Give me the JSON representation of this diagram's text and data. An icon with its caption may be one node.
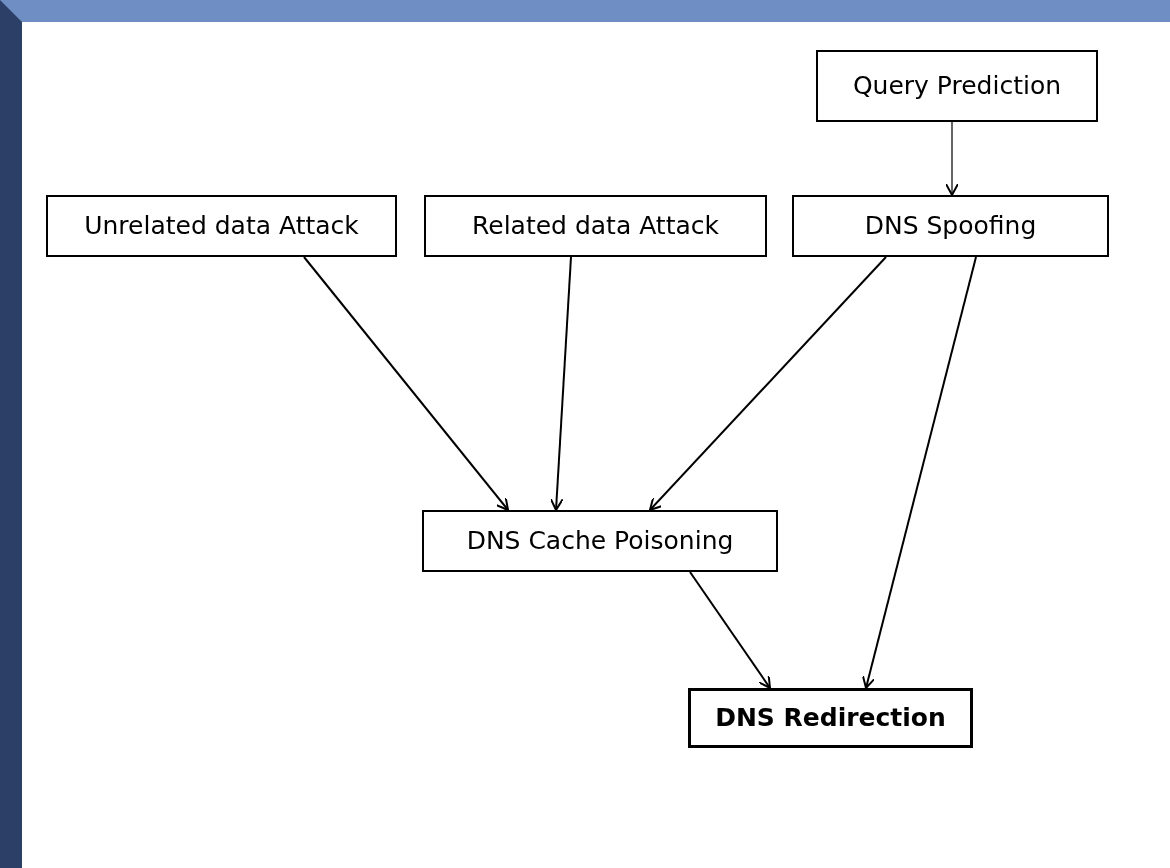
{
  "diagram": {
    "nodes": [
      {
        "text": [
          "Query Prediction"
        ]
      },
      {
        "text": [
          "Unrelated data Attack"
        ]
      },
      {
        "text": [
          "Related data Attack"
        ]
      },
      {
        "text": [
          "DNS Spoofing"
        ]
      },
      {
        "text": [
          "DNS Cache Poisoning"
        ]
      },
      {
        "text": [
          "DNS Redirection"
        ]
      }
    ],
    "edges": [
      {
        "from": 0,
        "to": 3,
        "arrow": "to"
      },
      {
        "from": 1,
        "to": 4,
        "arrow": "to"
      },
      {
        "from": 2,
        "to": 4,
        "arrow": "to"
      },
      {
        "from": 3,
        "to": 4,
        "arrow": "to"
      },
      {
        "from": 3,
        "to": 5,
        "arrow": "to"
      },
      {
        "from": 4,
        "to": 5,
        "arrow": "to"
      }
    ]
  }
}
